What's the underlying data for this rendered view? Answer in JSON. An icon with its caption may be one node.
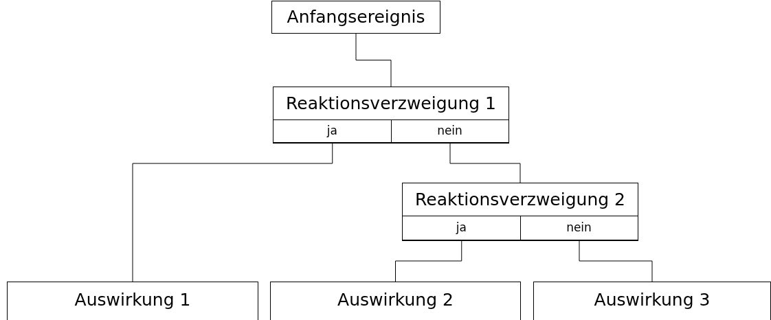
{
  "diagram": {
    "nodes": [
      {
        "text": [
          "Anfangsereignis"
        ]
      },
      {
        "text": [
          "Reaktionsverzweigung 1"
        ]
      },
      {
        "text": [
          "ja"
        ],
        "in": 1
      },
      {
        "text": [
          "nein"
        ],
        "in": 1
      },
      {
        "text": [
          "Reaktionsverzweigung 2"
        ]
      },
      {
        "text": [
          "ja"
        ],
        "in": 4
      },
      {
        "text": [
          "nein"
        ],
        "in": 4
      },
      {
        "text": [
          "Auswirkung 1"
        ]
      },
      {
        "text": [
          "Auswirkung 2"
        ]
      },
      {
        "text": [
          "Auswirkung 3"
        ]
      }
    ],
    "edges": [
      {
        "from": 0,
        "to": 1,
        "arrow": "none"
      },
      {
        "from": 2,
        "to": 7,
        "arrow": "none"
      },
      {
        "from": 3,
        "to": 4,
        "arrow": "none"
      },
      {
        "from": 5,
        "to": 8,
        "arrow": "none"
      },
      {
        "from": 6,
        "to": 9,
        "arrow": "none"
      }
    ]
  }
}
